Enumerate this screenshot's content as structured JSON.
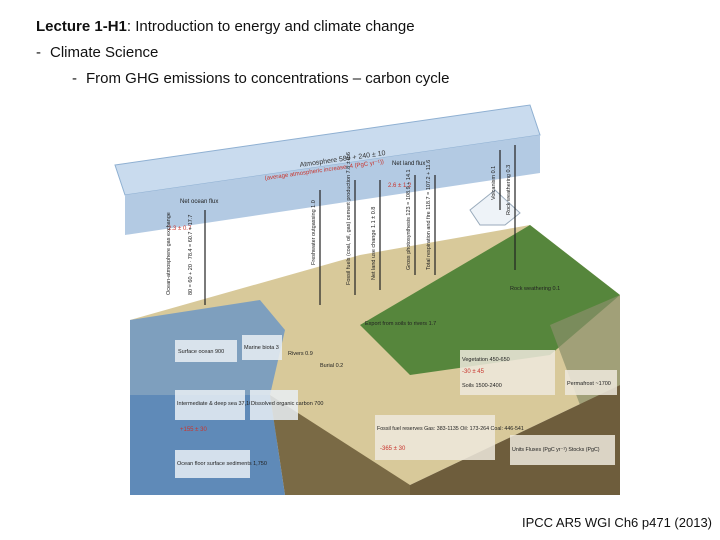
{
  "header": {
    "line1_bold": "Lecture 1-H1",
    "line1_rest": ": Introduction to energy and climate change",
    "line2": "Climate Science",
    "line3": "From GHG emissions to concentrations – carbon cycle",
    "bullet": "-"
  },
  "figure": {
    "atmosphere": "Atmosphere 589 + 240 ± 10",
    "atmosphere_note": "(average atmospheric increase: 4 (PgC yr⁻¹))",
    "net_ocean_flux": "Net ocean flux",
    "net_ocean_value": "2.3 ± 0.7",
    "ocean_atm_gas": "Ocean-atmosphere gas exchange",
    "gas_values": "80 = 60 + 20 · 78.4 = 60.7 + 17.7",
    "freshwater": "Freshwater outgassing 1.0",
    "fossil_fuels": "Fossil fuels (coal, oil, gas) cement production 7.8 ± 0.6",
    "net_land_use": "Net land use change 1.1 ± 0.8",
    "net_land_flux": "Net land flux",
    "net_land_value": "2.6 ± 1.2",
    "gross_photo": "Gross photosynthesis 123 = 108.9 + 14.1",
    "total_respiration": "Total respiration and fire 118.7 = 107.2 + 11.6",
    "volcanism": "Volcanism 0.1",
    "rock_weathering": "Rock weathering 0.3",
    "rock_weathering_lower": "Rock weathering 0.1",
    "export_soils": "Export from soils to rivers 1.7",
    "rivers": "Rivers 0.9",
    "burial": "Burial 0.2",
    "marine_biota": "Marine biota 3",
    "surface_ocean": "Surface ocean 900",
    "intermediate": "Intermediate & deep sea 37,100",
    "intermediate_change": "+155 ± 30",
    "dissolved_organic": "Dissolved organic carbon 700",
    "ocean_floor": "Ocean floor surface sediments 1,750",
    "vegetation": "Vegetation 450-650",
    "vegetation_change": "-30 ± 45",
    "soils": "Soils 1500-2400",
    "permafrost": "Permafrost ~1700",
    "fossil_reserves": "Fossil fuel reserves Gas: 383-1135 Oil: 173-264 Coal: 446-541",
    "fossil_change": "-365 ± 30",
    "units": "Units Fluxes (PgC yr⁻¹) Stocks (PgC)"
  },
  "citation": "IPCC AR5 WGI Ch6 p471 (2013)",
  "colors": {
    "sky_box": "#b9cfe6",
    "ocean": "#6f98c4",
    "land": "#8a7a4e",
    "forest": "#3f7a2c",
    "red_value": "#c8352e"
  }
}
